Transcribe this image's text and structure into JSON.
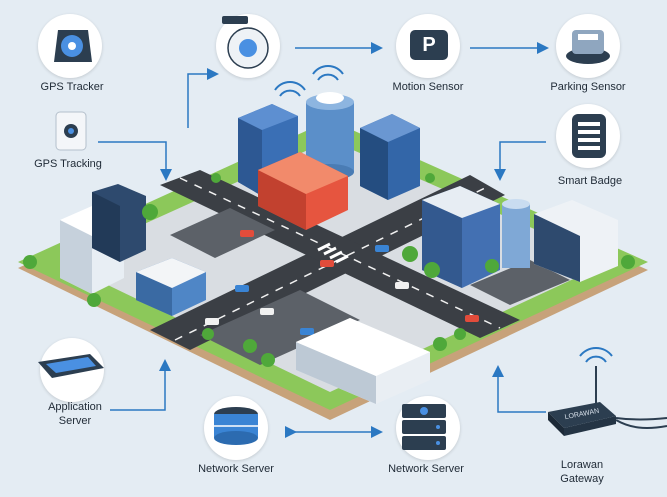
{
  "nodes": {
    "gps_tracker": "GPS Tracker",
    "gps_tracking": "GPS Tracking",
    "motion_sensor": "Motion Sensor",
    "parking_sensor": "Parking Sensor",
    "smart_badge": "Smart Badge",
    "application_server": "Application\nServer",
    "network_server_left": "Network Server",
    "network_server_right": "Network Server",
    "lorawan_gateway": "Lorawan\nGateway",
    "gateway_device_text": "LORAWAN",
    "parking_sign": "P"
  },
  "colors": {
    "background": "#e4ecf3",
    "arrow": "#2b78c2",
    "device_dark": "#2c3e50",
    "device_blue": "#3a84d4",
    "grass": "#7cc14f",
    "road": "#3b3f45"
  }
}
